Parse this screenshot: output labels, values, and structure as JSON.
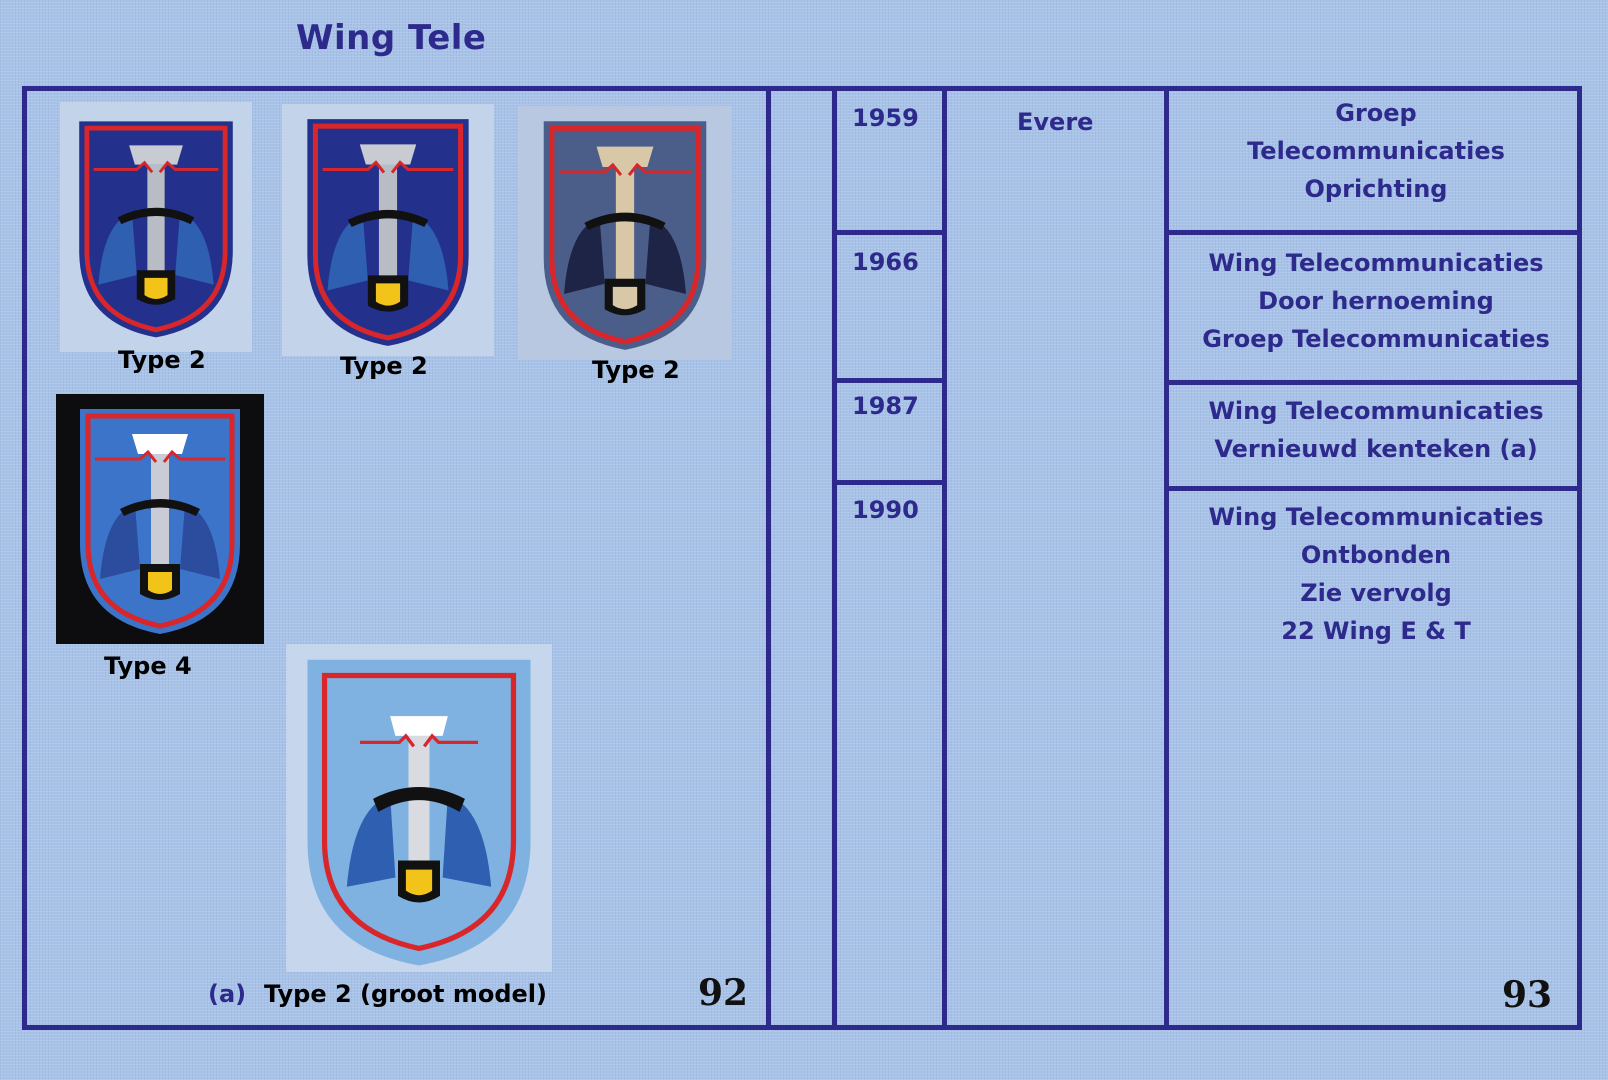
{
  "title": "Wing Tele",
  "left_page": {
    "captions": [
      "Type 2",
      "Type 2",
      "Type 2",
      "Type 4"
    ],
    "large_note_marker": "(a)",
    "large_caption": "Type 2 (groot model)",
    "page_number": "92"
  },
  "right_page": {
    "location": "Evere",
    "entries": [
      {
        "year": "1959",
        "lines": [
          "Groep",
          "Telecommunicaties",
          "Oprichting"
        ]
      },
      {
        "year": "1966",
        "lines": [
          "Wing Telecommunicaties",
          "Door hernoeming",
          "Groep Telecommunicaties"
        ]
      },
      {
        "year": "1987",
        "lines": [
          "Wing Telecommunicaties",
          "Vernieuwd kenteken (a)"
        ]
      },
      {
        "year": "1990",
        "lines": [
          "Wing Telecommunicaties",
          "Ontbonden",
          "Zie vervolg",
          "22 Wing E & T"
        ]
      }
    ],
    "page_number": "93"
  },
  "colors": {
    "frame": "#2e2a8c",
    "background": "#a9c3e8",
    "patch_border": "#d8262a",
    "lion": "#f2c318"
  },
  "icons": [
    "insignia-patch",
    "sword-icon",
    "telephone-icon",
    "lightning-icon",
    "wings-icon",
    "lion-shield-icon"
  ]
}
